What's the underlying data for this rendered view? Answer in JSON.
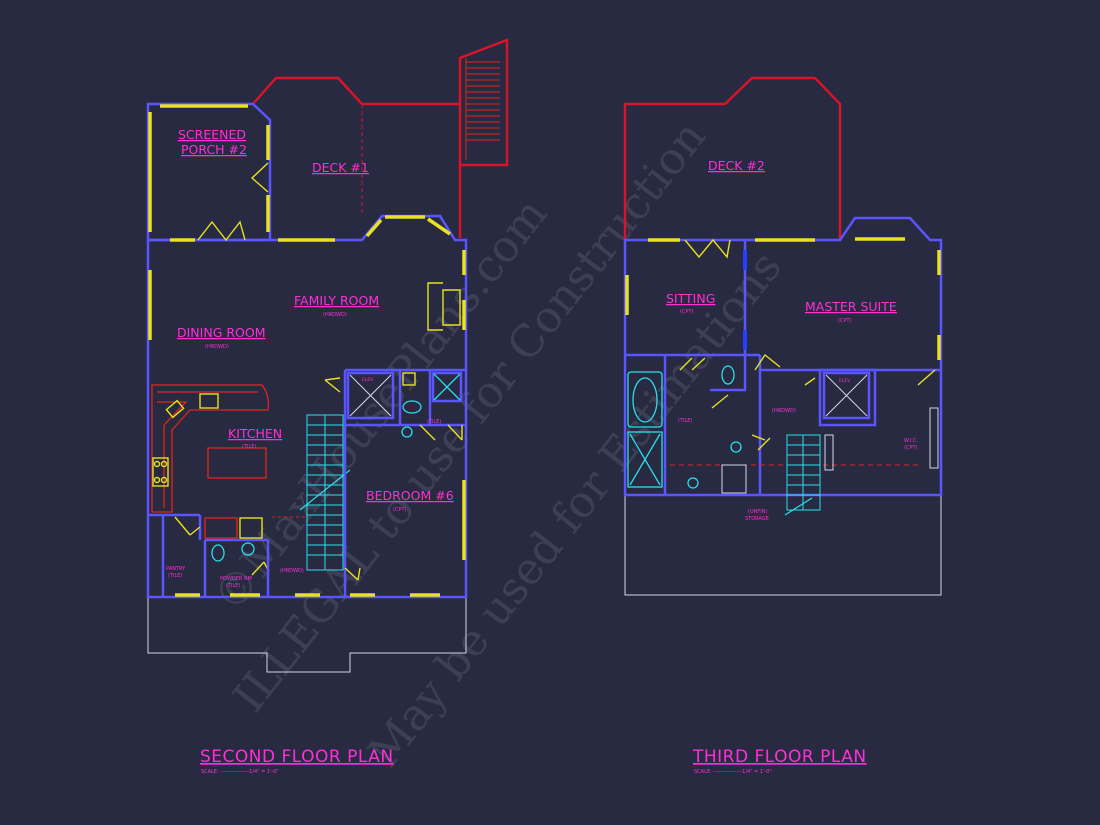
{
  "watermark": {
    "line1": "©MaxHousePlans.com",
    "line2": "ILLEGAL to use for Construction",
    "line3": "May be used for Estimations"
  },
  "second_floor": {
    "title": "SECOND FLOOR PLAN",
    "scale": "SCALE: ----------------1/4\" = 1'-0\"",
    "rooms": {
      "screened_porch_line1": "SCREENED",
      "screened_porch_line2": "PORCH #2",
      "deck": "DECK #1",
      "family_room": "FAMILY ROOM",
      "family_room_sub": "(HRDWD)",
      "dining_room": "DINING ROOM",
      "dining_room_sub": "(HRDWD)",
      "kitchen": "KITCHEN",
      "kitchen_sub": "(TILE)",
      "bedroom": "BEDROOM #6",
      "bedroom_sub": "(CPT)",
      "pantry": "PANTRY",
      "pantry_sub": "(TILE)",
      "powder_line1": "POWDER RM",
      "powder_line2": "(TILE)",
      "hall_sub": "(HRDWD)",
      "bath_sub": "(TILE)",
      "elev": "ELEV"
    }
  },
  "third_floor": {
    "title": "THIRD FLOOR PLAN",
    "scale": "SCALE: ----------------1/4\" = 1'-0\"",
    "rooms": {
      "deck": "DECK #2",
      "sitting": "SITTING",
      "sitting_sub": "(CPT)",
      "master_suite": "MASTER SUITE",
      "master_suite_sub": "(CPT)",
      "bath_sub": "(TILE)",
      "hall_sub": "(HRDWD)",
      "wic": "W.I.C.",
      "wic_sub": "(CPT)",
      "storage_line1": "(UNFIN)",
      "storage_line2": "STORAGE",
      "elev": "ELEV"
    }
  }
}
